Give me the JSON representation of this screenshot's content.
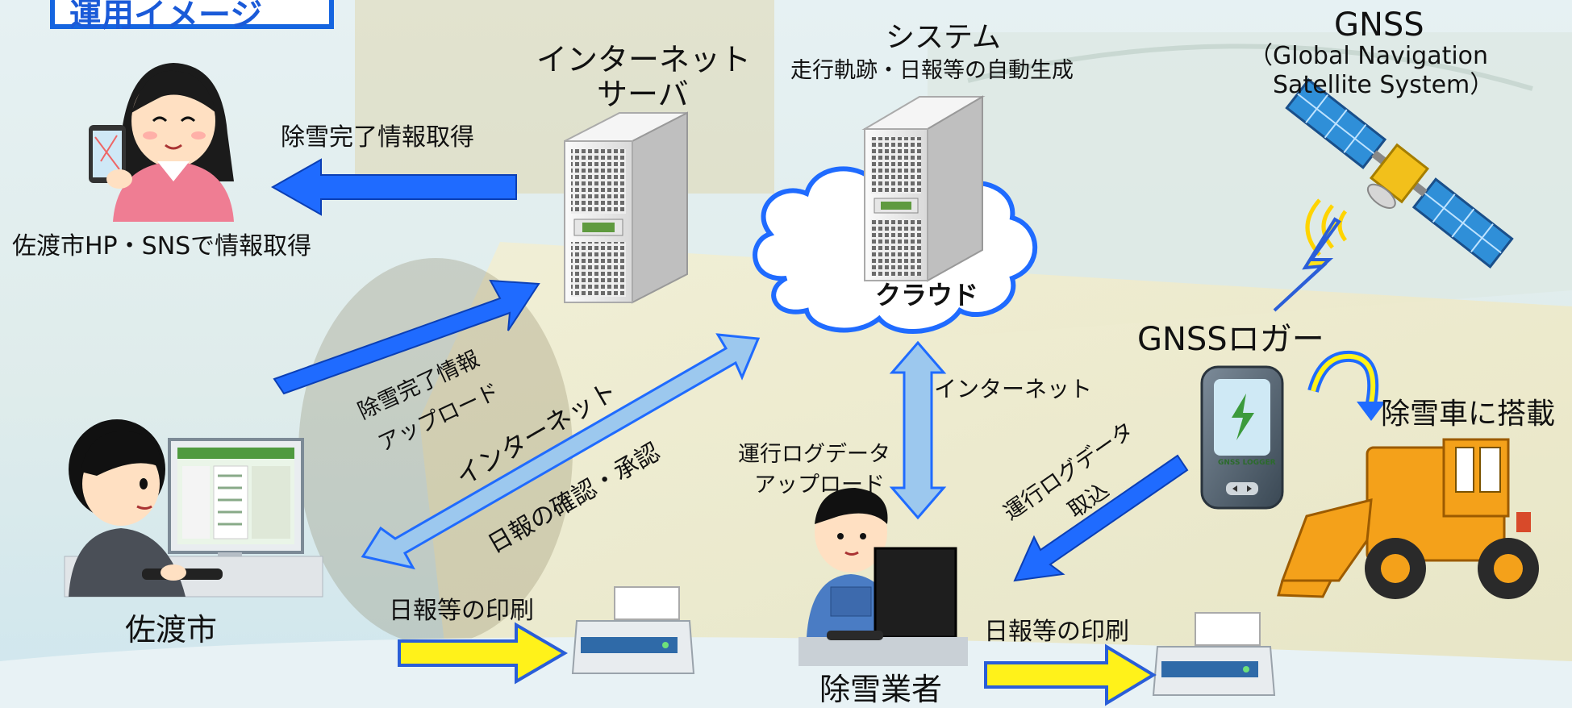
{
  "badge": {
    "text": "運用イメージ"
  },
  "nodes": {
    "citizen_caption": "佐渡市HP・SNSで情報取得",
    "internet_server": {
      "line1": "インターネット",
      "line2": "サーバ"
    },
    "system": {
      "title": "システム",
      "subtitle": "走行軌跡・日報等の自動生成"
    },
    "cloud": "クラウド",
    "gnss": {
      "title": "GNSS",
      "line1": "（Global Navigation",
      "line2": "Satellite System）"
    },
    "gnss_logger": "GNSSロガー",
    "logger_device_text": "GNSS LOGGER",
    "mounted": "除雪車に搭載",
    "sado_city": "佐渡市",
    "contractor": "除雪業者"
  },
  "labels": {
    "snow_info_get": "除雪完了情報取得",
    "snow_info_upload_1": "除雪完了情報",
    "snow_info_upload_2": "アップロード",
    "internet_diag": "インターネット",
    "report_confirm": "日報の確認・承認",
    "internet_vertical": "インターネット",
    "op_log_upload_1": "運行ログデータ",
    "op_log_upload_2": "アップロード",
    "op_log_import_1": "運行ログデータ",
    "op_log_import_2": "取込",
    "print_city": "日報等の印刷",
    "print_contractor": "日報等の印刷"
  },
  "colors": {
    "arrow_blue": "#1f6bff",
    "arrow_lightblue": "#9cc8ee",
    "arrow_yellow": "#fff21a",
    "badge_blue": "#1565e0",
    "cloud_stroke": "#1f6bff",
    "loader_orange": "#f4a11a",
    "bolt_yellow": "#ffe11a"
  }
}
